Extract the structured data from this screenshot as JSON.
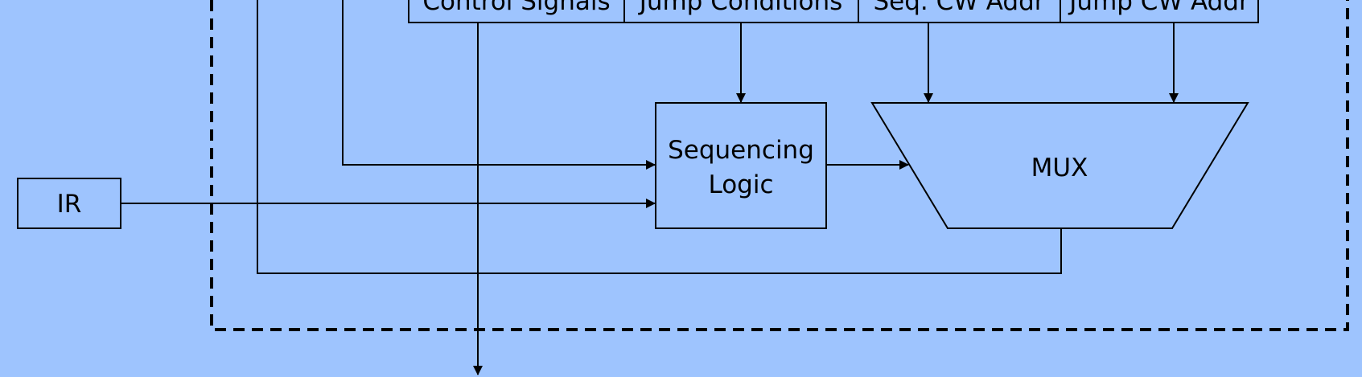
{
  "diagram": {
    "control_word_fields": [
      "Control Signals",
      "Jump Conditions",
      "Seq. CW Addr",
      "Jump CW Addr"
    ],
    "ir_label": "IR",
    "sequencing_logic": {
      "line1": "Sequencing",
      "line2": "Logic"
    },
    "mux_label": "MUX"
  }
}
